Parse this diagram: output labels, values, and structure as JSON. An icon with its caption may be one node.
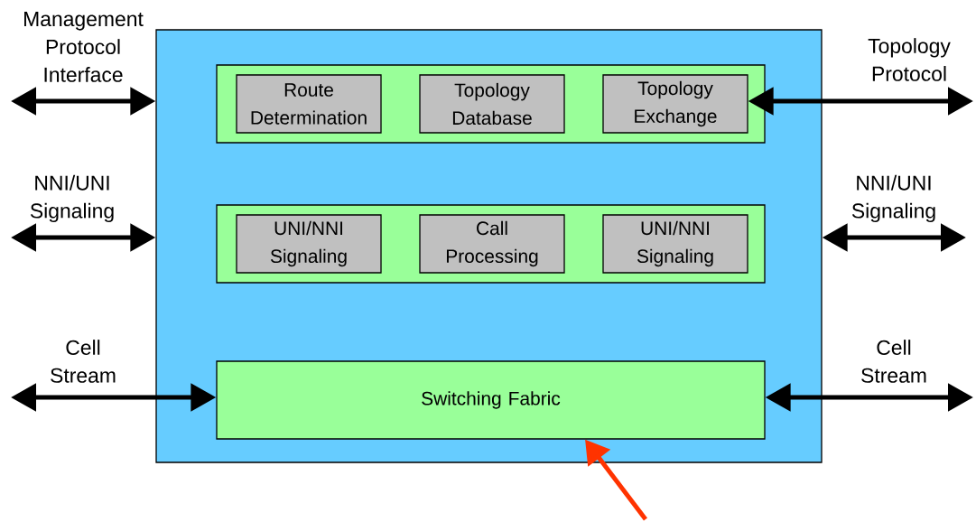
{
  "diagram": {
    "nodes": [
      {
        "text": [],
        "shape": "box"
      },
      {
        "text": [],
        "shape": "box",
        "in": 0
      },
      {
        "text": [
          "Route Determination"
        ],
        "in": 1
      },
      {
        "text": [
          "Topology Database"
        ],
        "in": 1
      },
      {
        "text": [
          "Topology Exchange"
        ],
        "in": 1
      },
      {
        "text": [],
        "shape": "box",
        "in": 0
      },
      {
        "text": [
          "UNI/NNI Signaling"
        ],
        "in": 5
      },
      {
        "text": [
          "Call Processing"
        ],
        "in": 5
      },
      {
        "text": [
          "UNI/NNI Signaling"
        ],
        "in": 5
      },
      {
        "text": [
          "Switching Fabric"
        ],
        "in": 0
      }
    ],
    "edges": [
      {
        "from": null,
        "to": 0,
        "arrow": "both",
        "label": "Management Protocol Interface"
      },
      {
        "from": null,
        "to": 0,
        "arrow": "both",
        "label": "NNI/UNI Signaling"
      },
      {
        "from": null,
        "to": 9,
        "arrow": "both",
        "label": "Cell Stream"
      },
      {
        "from": null,
        "to": 4,
        "arrow": "both",
        "label": "Topology Protocol"
      },
      {
        "from": null,
        "to": 0,
        "arrow": "both",
        "label": "NNI/UNI Signaling"
      },
      {
        "from": null,
        "to": 9,
        "arrow": "both",
        "label": "Cell Stream"
      },
      {
        "from": null,
        "to": 9,
        "arrow": "to",
        "color": "#ff3300"
      }
    ]
  }
}
